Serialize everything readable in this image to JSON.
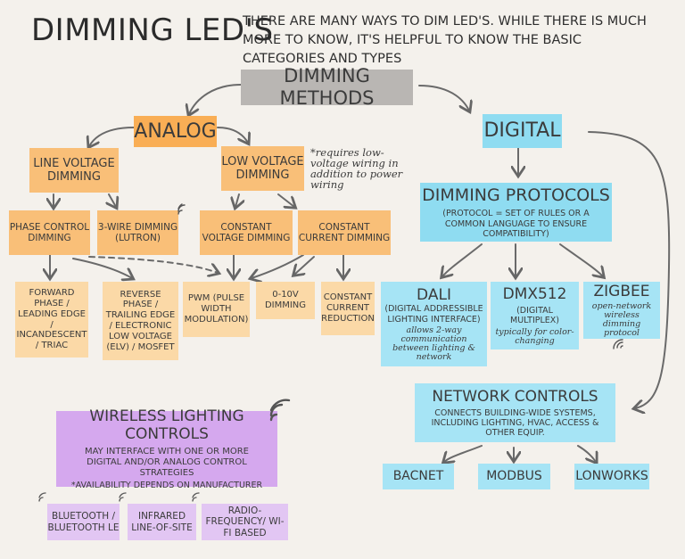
{
  "title": "DIMMING LED'S",
  "intro": "THERE ARE MANY WAYS TO DIM LED'S. WHILE THERE IS MUCH MORE TO KNOW, IT'S HELPFUL TO KNOW THE BASIC CATEGORIES AND TYPES",
  "colors": {
    "analog": "#f9ae55",
    "analog_light": "#fbd9a7",
    "digital": "#8fdcf1",
    "methods": "#b9b6b3",
    "wireless": "#d5a8ee"
  },
  "methods": "DIMMING METHODS",
  "analog": {
    "label": "ANALOG",
    "line_voltage": "LINE VOLTAGE DIMMING",
    "low_voltage": "LOW VOLTAGE DIMMING",
    "note": "*requires low-voltage wiring in addition to power wiring",
    "phase_control": "PHASE CONTROL DIMMING",
    "three_wire": "3-WIRE DIMMING (LUTRON)",
    "constant_voltage": "CONSTANT VOLTAGE DIMMING",
    "constant_current": "CONSTANT CURRENT DIMMING",
    "forward_phase": "FORWARD PHASE / LEADING EDGE / INCANDESCENT / TRIAC",
    "reverse_phase": "REVERSE PHASE / TRAILING EDGE / ELECTRONIC LOW VOLTAGE (ELV) / MOSFET",
    "pwm": "PWM (PULSE WIDTH MODULATION)",
    "zero_ten": "0-10V DIMMING",
    "ccr": "CONSTANT CURRENT REDUCTION"
  },
  "digital": {
    "label": "DIGITAL",
    "protocols_title": "DIMMING PROTOCOLS",
    "protocols_sub": "(PROTOCOL = SET OF RULES OR A COMMON LANGUAGE TO ENSURE COMPATIBILITY)",
    "dali_title": "DALI",
    "dali_sub": "(DIGITAL ADDRESSIBLE LIGHTING INTERFACE)",
    "dali_note": "allows 2-way communication between lighting & network",
    "dmx_title": "DMX512",
    "dmx_sub": "(DIGITAL MULTIPLEX)",
    "dmx_note": "typically for color-changing",
    "zigbee_title": "ZIGBEE",
    "zigbee_note": "open-network wireless dimming protocol",
    "network_title": "NETWORK CONTROLS",
    "network_sub": "CONNECTS BUILDING-WIDE SYSTEMS, INCLUDING LIGHTING, HVAC, ACCESS & OTHER EQUIP.",
    "bacnet": "BACNET",
    "modbus": "MODBUS",
    "lonworks": "LONWORKS"
  },
  "wireless": {
    "title": "WIRELESS LIGHTING CONTROLS",
    "sub1": "MAY INTERFACE WITH ONE OR MORE DIGITAL AND/OR ANALOG CONTROL STRATEGIES",
    "sub2": "*AVAILABILITY DEPENDS ON MANUFACTURER",
    "bluetooth": "BLUETOOTH / BLUETOOTH LE",
    "infrared": "INFRARED LINE-OF-SITE",
    "rf": "RADIO-FREQUENCY/ WI-FI BASED"
  }
}
